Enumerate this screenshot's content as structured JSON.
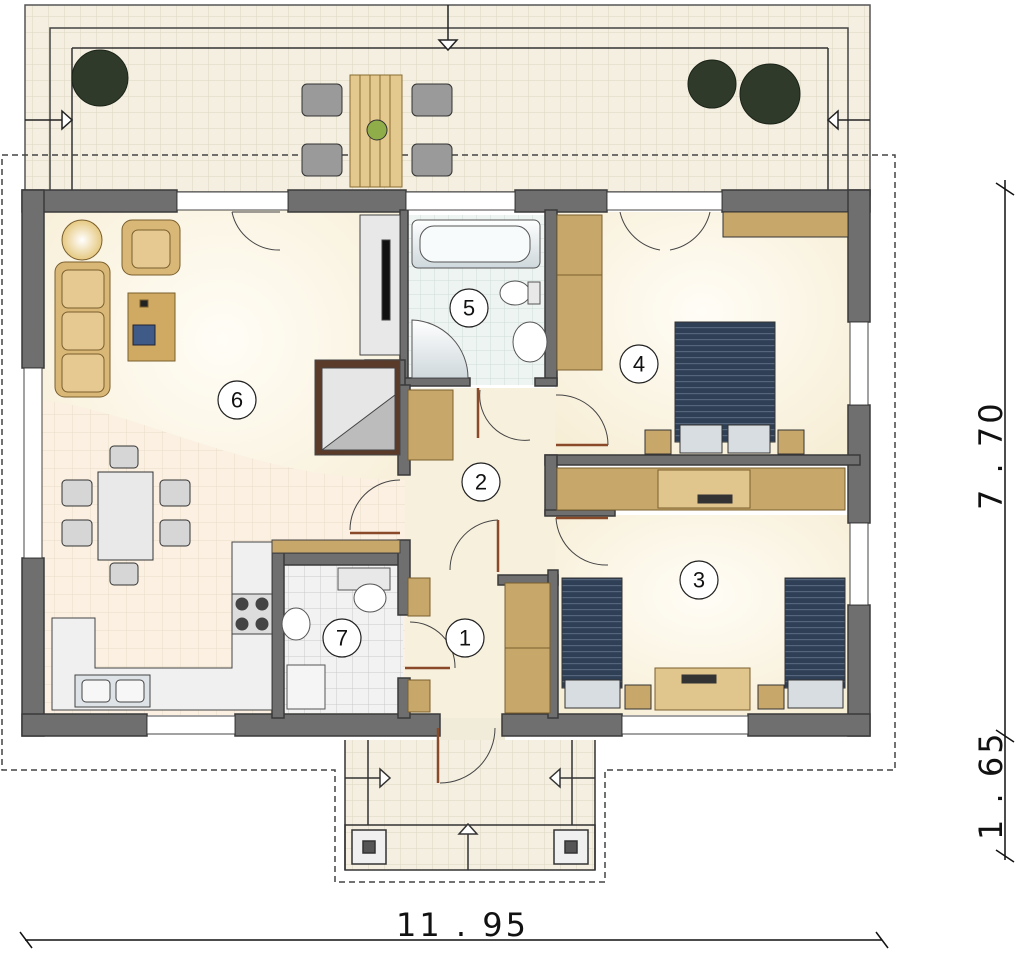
{
  "plan": {
    "rooms": [
      {
        "id": "1",
        "label": "1"
      },
      {
        "id": "2",
        "label": "2"
      },
      {
        "id": "3",
        "label": "3"
      },
      {
        "id": "4",
        "label": "4"
      },
      {
        "id": "5",
        "label": "5"
      },
      {
        "id": "6",
        "label": "6"
      },
      {
        "id": "7",
        "label": "7"
      }
    ],
    "dimensions": {
      "width_total": "11 . 95",
      "depth_house": "7 . 70",
      "depth_porch": "1 . 65"
    }
  },
  "colors": {
    "wall": "#6f6f6f",
    "floor_warm": "#fbf6e7",
    "terrace": "#ece7d3",
    "furniture": "#c8a76a",
    "tile": "#e4eef0"
  }
}
